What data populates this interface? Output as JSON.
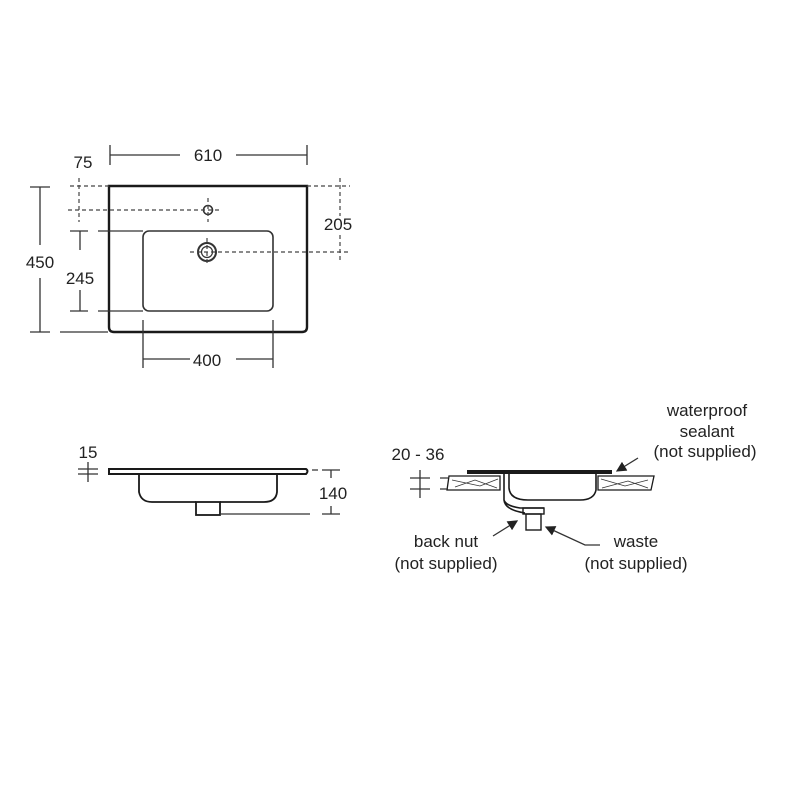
{
  "plan_view": {
    "overall_width": "610",
    "tap_offset": "75",
    "waste_offset": "205",
    "overall_depth": "450",
    "basin_depth": "245",
    "basin_width": "400"
  },
  "side_view": {
    "slab_thickness": "15",
    "overall_height": "140"
  },
  "installed_view": {
    "worktop_thickness": "20 - 36",
    "sealant_label": [
      "waterproof",
      "sealant",
      "(not supplied)"
    ],
    "back_nut_label": [
      "back nut",
      "(not supplied)"
    ],
    "waste_label": [
      "waste",
      "(not supplied)"
    ]
  }
}
